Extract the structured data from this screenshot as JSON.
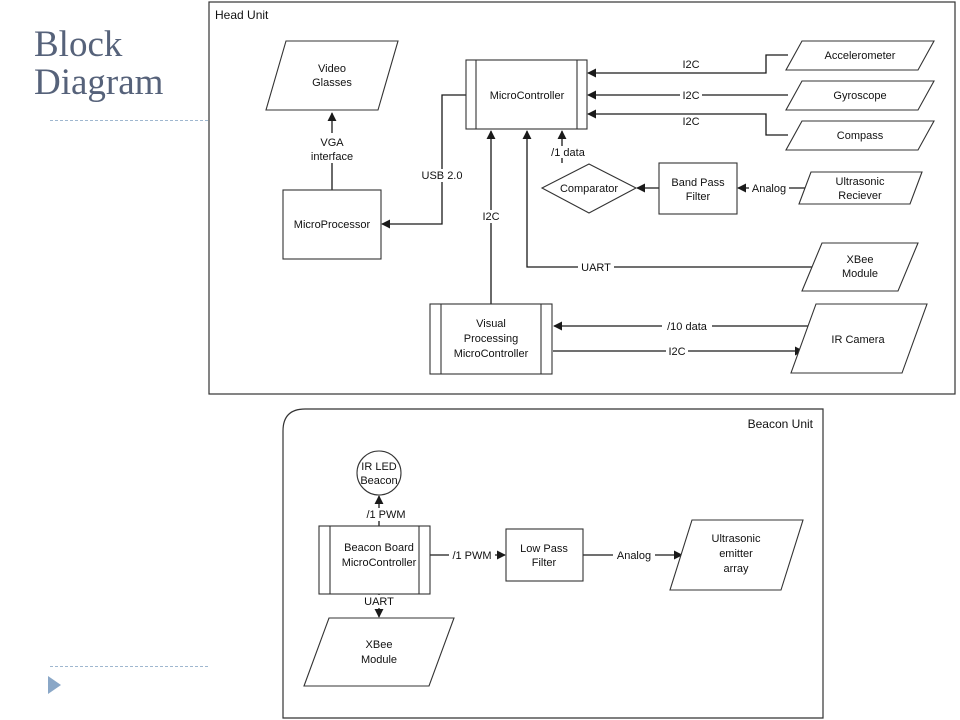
{
  "slide": {
    "title_line1": "Block",
    "title_line2": "Diagram"
  },
  "head_unit": {
    "title": "Head Unit",
    "video_glasses": [
      "Video",
      "Glasses"
    ],
    "vga_label": [
      "VGA",
      "interface"
    ],
    "microprocessor": "MicroProcessor",
    "usb_label": "USB 2.0",
    "microcontroller": "MicroController",
    "i2c_accel": "I2C",
    "i2c_gyro": "I2C",
    "i2c_compass": "I2C",
    "accelerometer": "Accelerometer",
    "gyroscope": "Gyroscope",
    "compass": "Compass",
    "data_1": "/1 data",
    "comparator": "Comparator",
    "band_pass": [
      "Band Pass",
      "Filter"
    ],
    "analog": "Analog",
    "ultrasonic_receiver": [
      "Ultrasonic",
      "Reciever"
    ],
    "i2c_vertical": "I2C",
    "uart": "UART",
    "xbee": [
      "XBee",
      "Module"
    ],
    "visual_processing": [
      "Visual",
      "Processing",
      "MicroController"
    ],
    "data_10": "/10 data",
    "i2c_camera": "I2C",
    "ir_camera": "IR Camera"
  },
  "beacon_unit": {
    "title": "Beacon Unit",
    "ir_led": [
      "IR LED",
      "Beacon"
    ],
    "pwm_up": "/1 PWM",
    "beacon_board": [
      "Beacon Board",
      "MicroController"
    ],
    "pwm_right": "/1 PWM",
    "low_pass": [
      "Low Pass",
      "Filter"
    ],
    "analog": "Analog",
    "ultrasonic_emitter": [
      "Ultrasonic",
      "emitter",
      "array"
    ],
    "uart": "UART",
    "xbee": [
      "XBee",
      "Module"
    ]
  }
}
